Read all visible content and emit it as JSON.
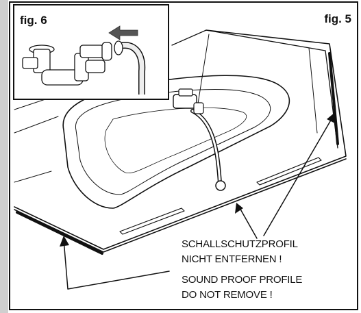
{
  "figures": {
    "main_label": "fig. 5",
    "inset_label": "fig. 6"
  },
  "caption": {
    "german_line1": "SCHALLSCHUTZPROFIL",
    "german_line2": "NICHT ENTFERNEN !",
    "english_line1": "SOUND PROOF PROFILE",
    "english_line2": "DO NOT REMOVE !"
  },
  "colors": {
    "arrow_fill": "#555555",
    "line": "#111111"
  }
}
